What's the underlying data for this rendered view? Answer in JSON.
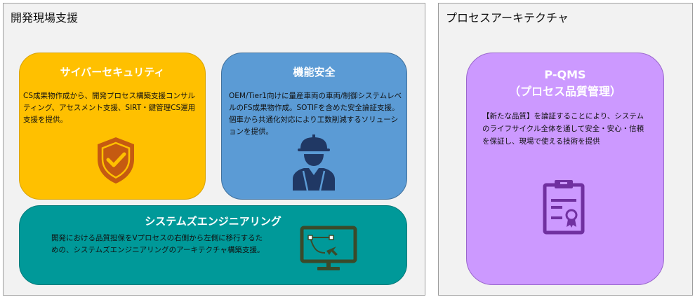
{
  "left_panel": {
    "title": "開発現場支援",
    "cards": {
      "cyber": {
        "title": "サイバーセキュリティ",
        "body": "CS成果物作成から、開発プロセス構築支援コンサルティング、アセスメント支援、SIRT・鍵管理CS運用支援を提供。",
        "color": "#ffc000",
        "icon": "shield-check-icon"
      },
      "safety": {
        "title": "機能安全",
        "body": "OEM/Tier1向けに量産車両の車両/制御システムレベルのFS成果物作成。SOTIFを含めた安全論証支援。個車から共通化対応により工数削減するソリューションを提供。",
        "color": "#5b9bd5",
        "icon": "engineer-helmet-icon"
      },
      "systems": {
        "title": "システムズエンジニアリング",
        "body": "開発における品質担保をVプロセスの右側から左側に移行するための、システムズエンジニアリングのアーキテクチャ構築支援。",
        "color": "#009999",
        "icon": "monitor-design-icon"
      }
    }
  },
  "right_panel": {
    "title": "プロセスアーキテクチャ",
    "card": {
      "title_line1": "P-QMS",
      "title_line2": "（プロセス品質管理）",
      "body": "【新たな品質】を論証することにより、システムのライフサイクル全体を通して安全・安心・信頼を保証し、現場で使える技術を提供",
      "color": "#cc99ff",
      "icon": "clipboard-certificate-icon"
    }
  }
}
